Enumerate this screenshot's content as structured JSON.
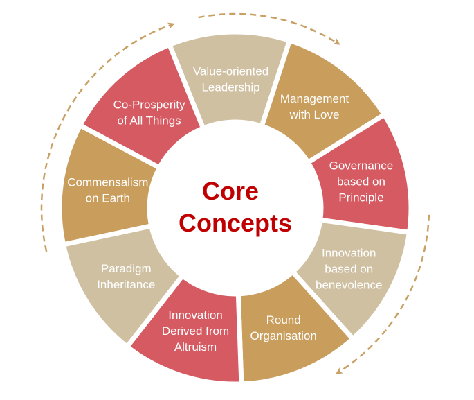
{
  "center": {
    "line1": "Core",
    "line2": "Concepts"
  },
  "segments": [
    {
      "lines": [
        "Value-oriented",
        "Leadership"
      ],
      "color": "#cfc0a2"
    },
    {
      "lines": [
        "Management",
        "with Love"
      ],
      "color": "#c99d5c"
    },
    {
      "lines": [
        "Governance",
        "based on",
        "Principle"
      ],
      "color": "#d55a62"
    },
    {
      "lines": [
        "Innovation",
        "based on",
        "benevolence"
      ],
      "color": "#cfc0a2"
    },
    {
      "lines": [
        "Round",
        "Organisation"
      ],
      "color": "#c99d5c"
    },
    {
      "lines": [
        "Innovation",
        "Derived from",
        "Altruism"
      ],
      "color": "#d55a62"
    },
    {
      "lines": [
        "Paradigm",
        "Inheritance"
      ],
      "color": "#cfc0a2"
    },
    {
      "lines": [
        "Commensalism",
        "on Earth"
      ],
      "color": "#c99d5c"
    },
    {
      "lines": [
        "Co-Prosperity",
        "of All Things"
      ],
      "color": "#d55a62"
    }
  ],
  "colors": {
    "arrow": "#c9a064",
    "center_text": "#c00000",
    "segment_text": "#ffffff"
  },
  "icons": [
    "circular-arrow-icon"
  ]
}
